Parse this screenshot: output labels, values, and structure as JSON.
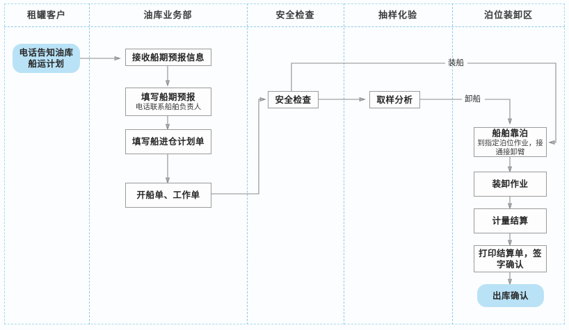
{
  "diagram": {
    "title_hidden": "",
    "type": "swimlane-flowchart",
    "colors": {
      "lane_border": "#8ecae8",
      "node_border": "#9a9a9a",
      "terminator_fill": "#b9e2f6",
      "connector": "#8c8c8c",
      "background": "#fbfdfe"
    }
  },
  "lanes": [
    {
      "id": "lane-customer",
      "label": "租罐客户"
    },
    {
      "id": "lane-business",
      "label": "油库业务部"
    },
    {
      "id": "lane-safety",
      "label": "安全检查"
    },
    {
      "id": "lane-sampling",
      "label": "抽样化验"
    },
    {
      "id": "lane-berth",
      "label": "泊位装卸区"
    }
  ],
  "nodes": [
    {
      "id": "node-phone-notify",
      "lane": "lane-customer",
      "shape": "terminator",
      "title": "电话告知油库",
      "subtitle": "船运计划"
    },
    {
      "id": "node-receive-info",
      "lane": "lane-business",
      "shape": "process",
      "title": "接收船期预报信息",
      "subtitle": ""
    },
    {
      "id": "node-fill-forecast",
      "lane": "lane-business",
      "shape": "process",
      "title": "填写船期预报",
      "subtitle": "电话联系船舶负责人"
    },
    {
      "id": "node-fill-plan",
      "lane": "lane-business",
      "shape": "process",
      "title": "填写船进仓计划单",
      "subtitle": ""
    },
    {
      "id": "node-work-order",
      "lane": "lane-business",
      "shape": "process",
      "title": "开船单、工作单",
      "subtitle": ""
    },
    {
      "id": "node-safety-check",
      "lane": "lane-safety",
      "shape": "process",
      "title": "安全检查",
      "subtitle": ""
    },
    {
      "id": "node-sample-analyze",
      "lane": "lane-sampling",
      "shape": "process",
      "title": "取样分析",
      "subtitle": ""
    },
    {
      "id": "node-ship-berth",
      "lane": "lane-berth",
      "shape": "process",
      "title": "船舶靠泊",
      "subtitle": "到指定泊位作业，接通接卸臂"
    },
    {
      "id": "node-load-unload",
      "lane": "lane-berth",
      "shape": "process",
      "title": "装卸作业",
      "subtitle": ""
    },
    {
      "id": "node-metering",
      "lane": "lane-berth",
      "shape": "process",
      "title": "计量结算",
      "subtitle": ""
    },
    {
      "id": "node-print-sign",
      "lane": "lane-berth",
      "shape": "process",
      "title": "打印结算单，签",
      "subtitle": "字确认"
    },
    {
      "id": "node-out-confirm",
      "lane": "lane-berth",
      "shape": "terminator",
      "title": "出库确认",
      "subtitle": ""
    }
  ],
  "edge_labels": [
    {
      "id": "edge-label-loading",
      "text": "装船"
    },
    {
      "id": "edge-label-unloading",
      "text": "卸船"
    }
  ]
}
